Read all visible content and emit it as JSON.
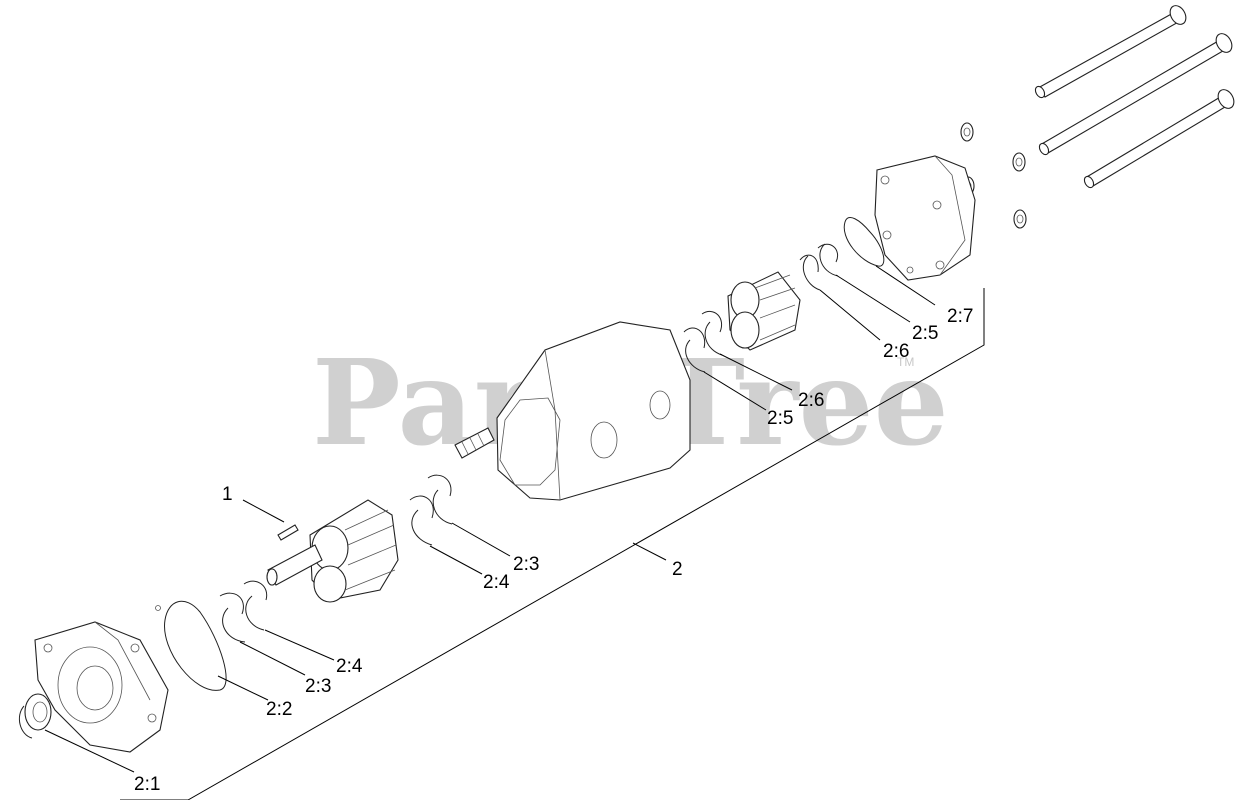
{
  "watermark": {
    "text": "PartsTree",
    "trademark": "TM"
  },
  "callouts": {
    "c_1": "1",
    "c_2": "2",
    "c_2_1": "2:1",
    "c_2_2": "2:2",
    "c_2_3_a": "2:3",
    "c_2_4_a": "2:4",
    "c_2_3_b": "2:3",
    "c_2_4_b": "2:4",
    "c_2_5_a": "2:5",
    "c_2_6_a": "2:6",
    "c_2_6_b": "2:6",
    "c_2_5_b": "2:5",
    "c_2_7": "2:7"
  },
  "colors": {
    "line": "#222222",
    "watermark": "#c8c8c8",
    "background": "#ffffff"
  }
}
